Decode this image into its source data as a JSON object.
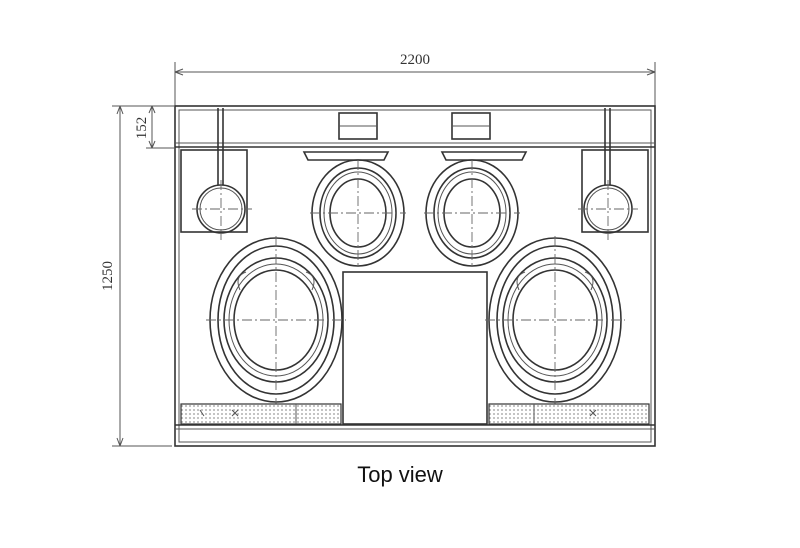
{
  "dimensions": {
    "width": "2200",
    "depth": "1250",
    "lip": "152"
  },
  "caption": "Top view",
  "colors": {
    "line": "#333333",
    "hatch": "#bbbbbb"
  }
}
